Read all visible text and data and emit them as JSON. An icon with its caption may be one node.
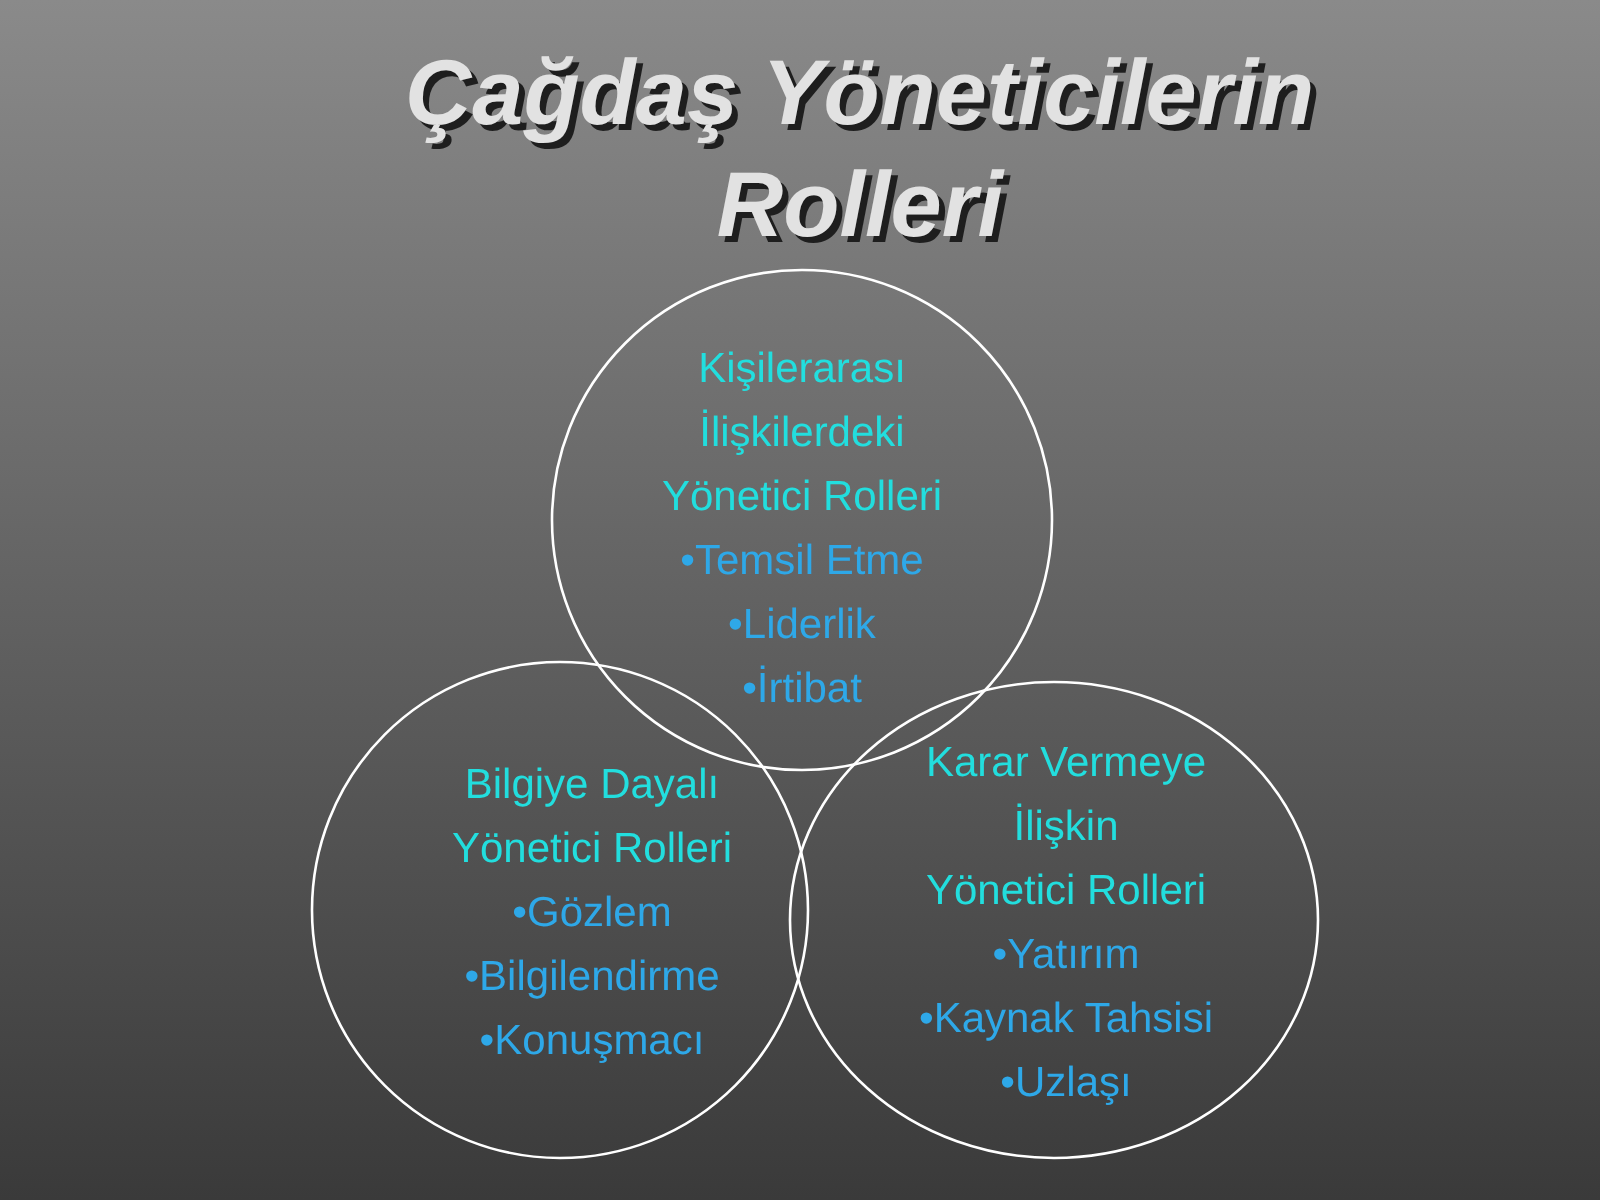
{
  "diagram": {
    "title": "Çağdaş Yöneticilerin Rolleri",
    "nodes": [
      {
        "text": [
          "Kişilerarası İlişkilerdeki Yönetici Rolleri",
          "•Temsil Etme",
          "•Liderlik",
          "•İrtibat"
        ]
      },
      {
        "text": [
          "Bilgiye Dayalı Yönetici Rolleri",
          "•Gözlem",
          "•Bilgilendirme",
          "•Konuşmacı"
        ]
      },
      {
        "text": [
          "Karar Vermeye İlişkin Yönetici Rolleri",
          "•Yatırım",
          "•Kaynak Tahsisi",
          "•Uzlaşı"
        ]
      }
    ]
  }
}
